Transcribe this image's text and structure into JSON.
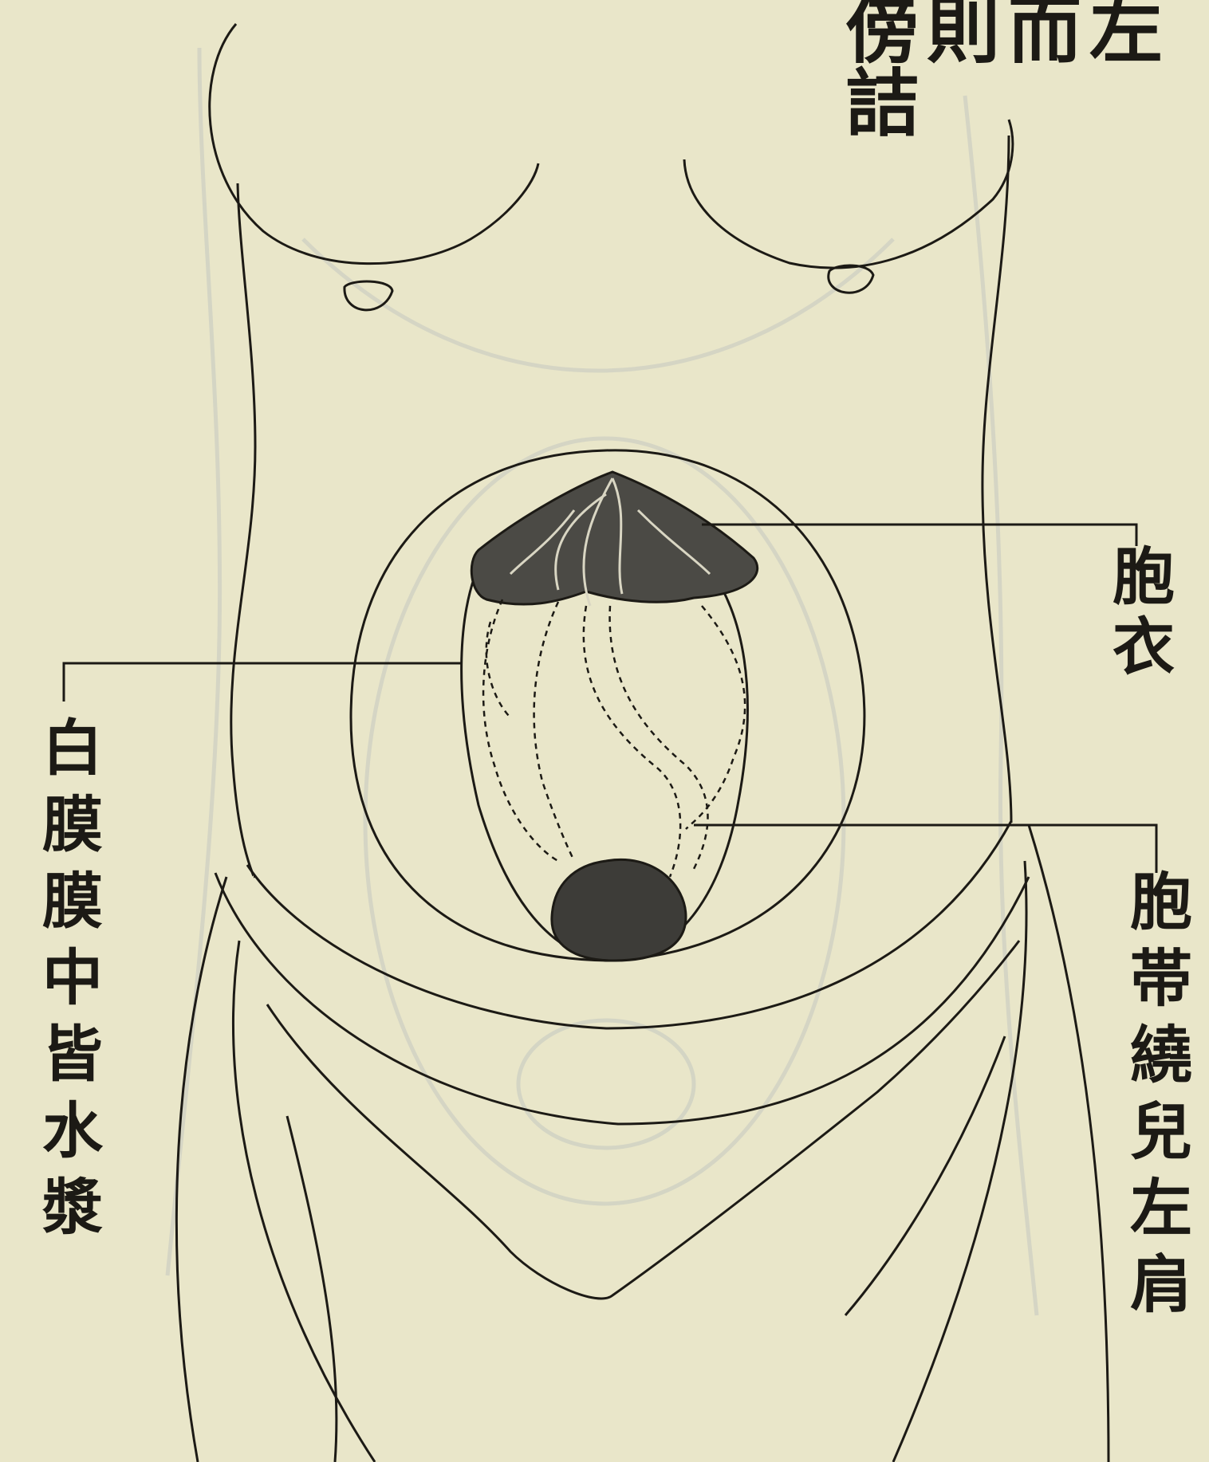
{
  "header_text": "傍則而左詰",
  "labels": {
    "placenta": "胞衣",
    "amnion": "白膜膜中皆水漿",
    "cord": "胞帯繞兒左肩"
  },
  "colors": {
    "paper": "#e9e6c9",
    "ink": "#1c1a15",
    "faint_sketch": "#c9cbbd",
    "placenta_fill": "#4b4a45"
  }
}
